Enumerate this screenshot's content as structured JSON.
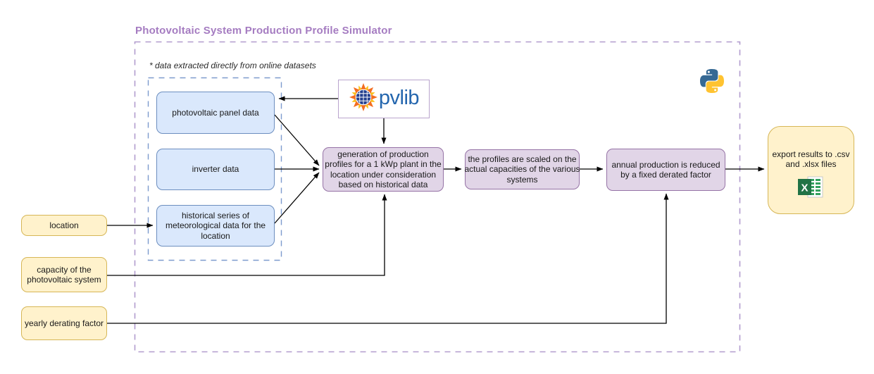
{
  "title": "Photovoltaic System Production Profile Simulator",
  "note": "* data extracted directly from online datasets",
  "colors": {
    "title_purple": "#a57cc1",
    "container_dash_purple": "#b19cce",
    "datasets_dash_blue": "#7d9bce",
    "blue_fill": "#dae8fc",
    "blue_stroke": "#6c8ebf",
    "purple_fill": "#e1d5e7",
    "purple_stroke": "#9673a6",
    "yellow_fill": "#fff2cc",
    "yellow_stroke": "#d6b656",
    "pvlib_text_blue": "#2466ae",
    "python_blue": "#366994",
    "python_yellow": "#ffc331",
    "excel_green": "#217346",
    "arrow_black": "#000000"
  },
  "nodes": {
    "panel": {
      "lines": [
        "photovoltaic panel data"
      ]
    },
    "inverter": {
      "lines": [
        "inverter data"
      ]
    },
    "weather": {
      "lines": [
        "historical series of",
        "meteorological data for the",
        "location"
      ]
    },
    "generation": {
      "lines": [
        "generation of production",
        "profiles for a 1 kWp plant in the",
        "location under consideration",
        "based on historical data"
      ]
    },
    "scaling": {
      "lines": [
        "the profiles are scaled on the",
        "actual capacities of the various",
        "systems"
      ]
    },
    "derating": {
      "lines": [
        "annual production is reduced",
        "by a fixed derated factor"
      ]
    },
    "location": {
      "lines": [
        "location"
      ]
    },
    "capacity": {
      "lines": [
        "capacity of the",
        "photovoltaic system"
      ]
    },
    "yearly": {
      "lines": [
        "yearly derating factor"
      ]
    },
    "export": {
      "lines": [
        "export results to .csv",
        "and .xlsx files"
      ]
    }
  },
  "logos": {
    "pvlib_wordmark": "pvlib",
    "pvlib_icon": "sun-solar-panel-icon",
    "python_icon": "python-logo-icon",
    "excel_icon": "excel-spreadsheet-icon"
  }
}
